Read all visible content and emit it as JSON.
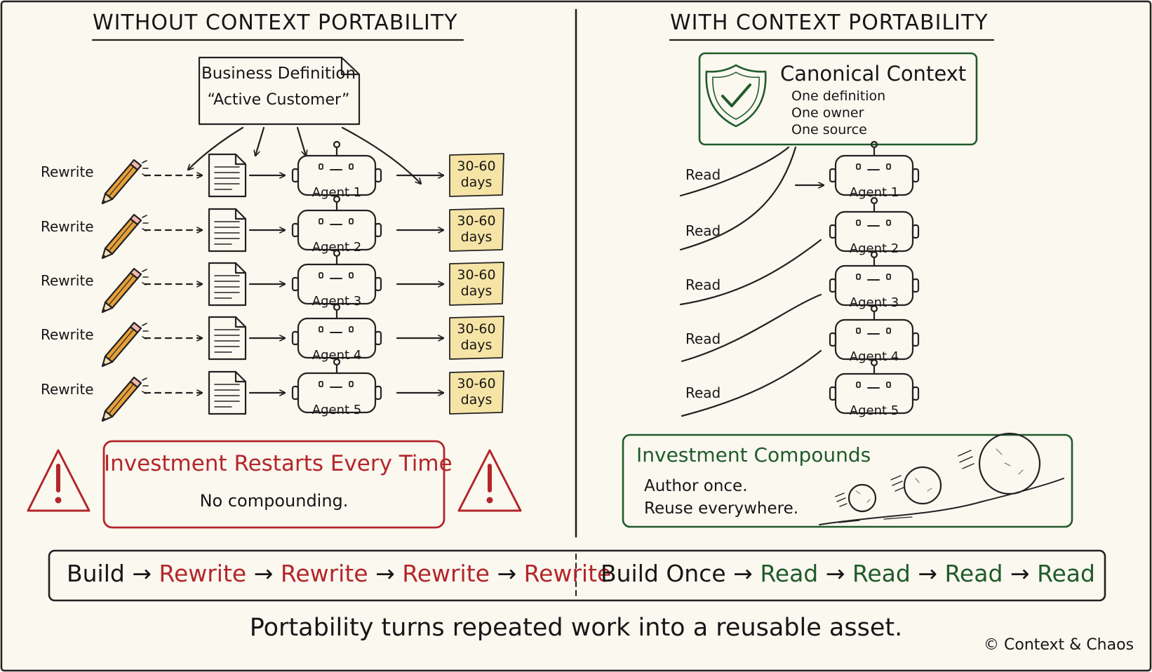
{
  "left": {
    "heading": "WITHOUT CONTEXT PORTABILITY",
    "definition": {
      "title": "Business Definition",
      "subtitle": "“Active Customer”"
    },
    "rewrite_label": "Rewrite",
    "agents": [
      "Agent 1",
      "Agent 2",
      "Agent 3",
      "Agent 4",
      "Agent 5"
    ],
    "duration": {
      "line1": "30-60",
      "line2": "days"
    },
    "callout": {
      "title": "Investment Restarts Every Time",
      "body": "No compounding."
    }
  },
  "right": {
    "heading": "WITH CONTEXT PORTABILITY",
    "canonical": {
      "title": "Canonical Context",
      "items": [
        "One definition",
        "One owner",
        "One source"
      ]
    },
    "read_label": "Read",
    "agents": [
      "Agent 1",
      "Agent 2",
      "Agent 3",
      "Agent 4",
      "Agent 5"
    ],
    "callout": {
      "title": "Investment Compounds",
      "line1": "Author once.",
      "line2": "Reuse everywhere."
    }
  },
  "flow": {
    "left_start": "Build",
    "left_step": "Rewrite",
    "right_start": "Build Once",
    "right_step": "Read",
    "arrow": "→"
  },
  "tagline": "Portability turns repeated work into a reusable asset.",
  "credit": "© Context & Chaos",
  "colors": {
    "red": "#b3262a",
    "green": "#1f5b2a",
    "note": "#f6e4a6",
    "pencil": "#e7a13a",
    "paper": "#fbf8f0"
  },
  "icons": [
    "pencil-icon",
    "document-icon",
    "robot-icon",
    "warning-icon",
    "shield-check-icon",
    "snowball-icon"
  ]
}
